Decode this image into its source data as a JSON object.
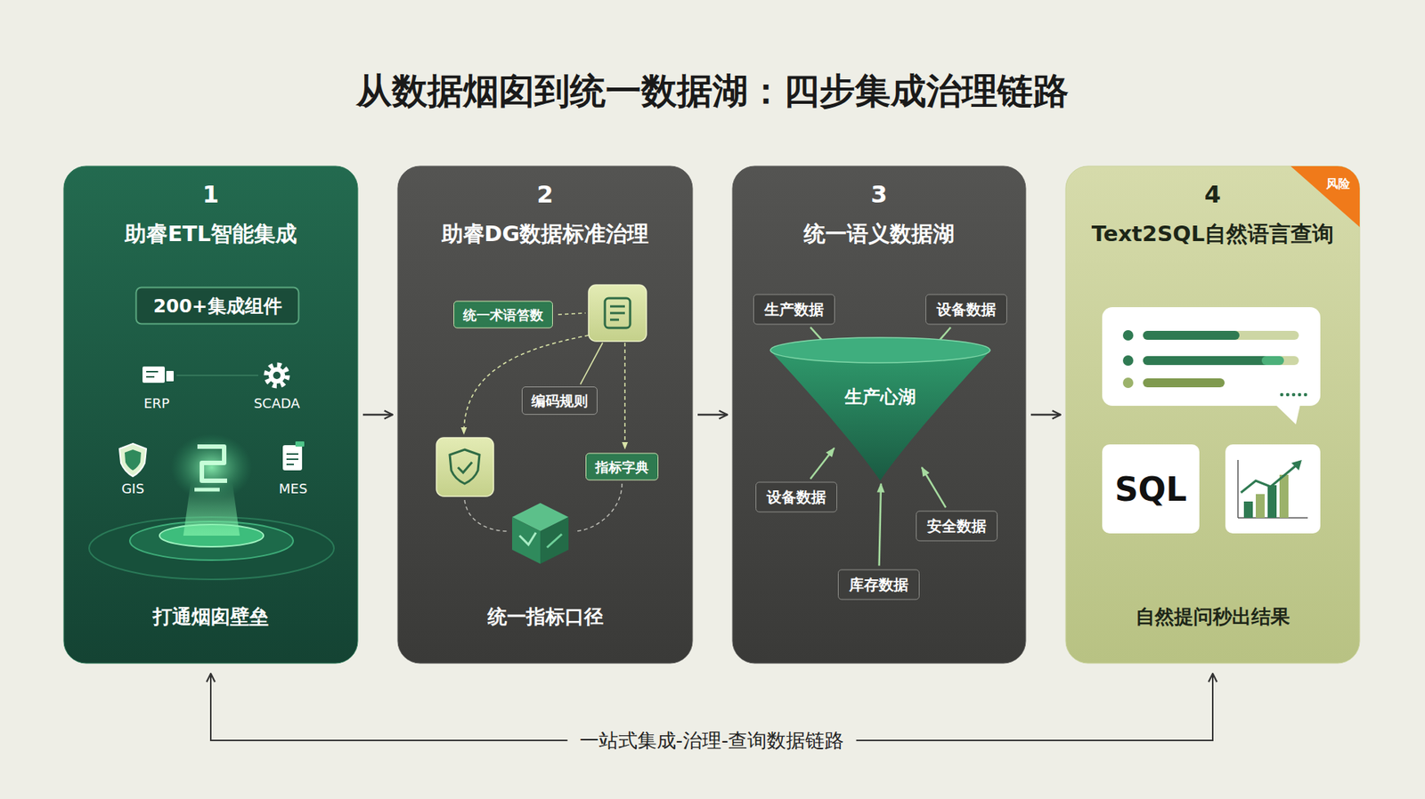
{
  "diagram": {
    "title": "从数据烟囱到统一数据湖：四步集成治理链路",
    "nodes": [
      {
        "text": [
          "1",
          "助睿ETL智能集成",
          "打通烟囱壁垒"
        ]
      },
      {
        "text": [
          "200+集成组件"
        ],
        "in": 0
      },
      {
        "text": [
          "2",
          "助睿DG数据标准治理",
          "统一指标口径"
        ]
      },
      {
        "text": [
          "统一术语笞数"
        ],
        "in": 2
      },
      {
        "text": [
          "编码规则"
        ],
        "in": 2
      },
      {
        "text": [
          "指标字典"
        ],
        "in": 2
      },
      {
        "text": [
          "3",
          "统一语义数据湖"
        ]
      },
      {
        "text": [
          "生产数据"
        ],
        "in": 6
      },
      {
        "text": [
          "设备数据"
        ],
        "in": 6
      },
      {
        "text": [
          "生产心湖"
        ],
        "in": 6
      },
      {
        "text": [
          "设备数据"
        ],
        "in": 6
      },
      {
        "text": [
          "安全数据"
        ],
        "in": 6
      },
      {
        "text": [
          "库存数据"
        ],
        "in": 6
      },
      {
        "text": [
          "4",
          "Text2SQL自然语言查询",
          "自然提问秒出结果"
        ]
      },
      {
        "text": [
          "风险"
        ],
        "in": 13
      },
      {
        "text": [
          "SQL"
        ],
        "in": 13
      }
    ],
    "edges": [
      {
        "from": 0,
        "to": 2,
        "arrow": "to"
      },
      {
        "from": 2,
        "to": 6,
        "arrow": "to"
      },
      {
        "from": 6,
        "to": 13,
        "arrow": "to"
      },
      {
        "from": 7,
        "to": 9,
        "arrow": "to"
      },
      {
        "from": 8,
        "to": 9,
        "arrow": "to"
      },
      {
        "from": 10,
        "to": 9,
        "arrow": "to"
      },
      {
        "from": 11,
        "to": 9,
        "arrow": "to"
      },
      {
        "from": 12,
        "to": 9,
        "arrow": "to"
      },
      {
        "from": 0,
        "to": 13,
        "label": "一站式集成-治理-查询数据链路",
        "arrow": "both"
      }
    ],
    "labels": [
      "ERP",
      "SCADA",
      "GIS",
      "MES"
    ]
  }
}
